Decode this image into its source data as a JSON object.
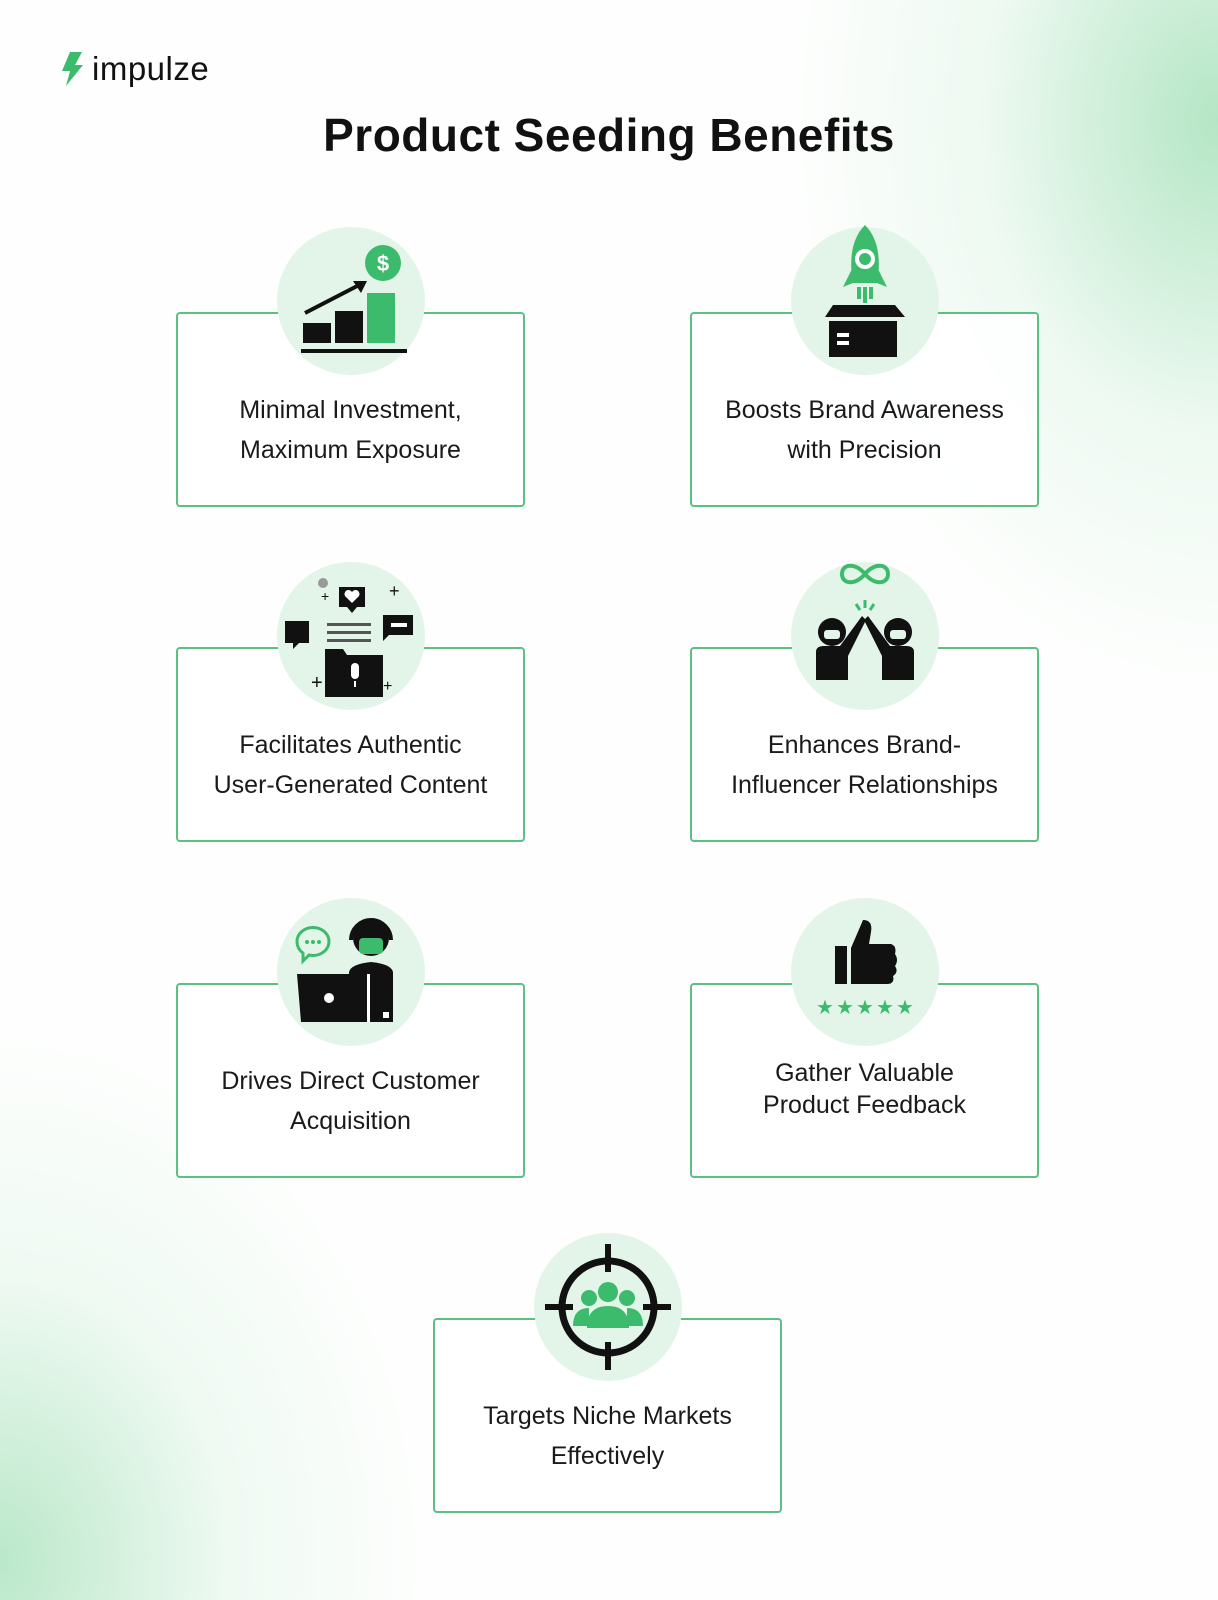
{
  "brand": {
    "name": "impulze",
    "accent": "#3dbb6c"
  },
  "title": "Product Seeding Benefits",
  "cards": [
    {
      "icon": "growth-chart-dollar-icon",
      "line1": "Minimal Investment,",
      "line2": "Maximum Exposure"
    },
    {
      "icon": "rocket-box-icon",
      "line1": "Boosts Brand Awareness",
      "line2": "with Precision"
    },
    {
      "icon": "user-content-folder-icon",
      "line1": "Facilitates Authentic",
      "line2": "User-Generated Content"
    },
    {
      "icon": "high-five-infinity-icon",
      "line1": "Enhances Brand-",
      "line2": "Influencer Relationships"
    },
    {
      "icon": "support-agent-laptop-icon",
      "line1": "Drives Direct Customer",
      "line2": "Acquisition"
    },
    {
      "icon": "thumbs-up-stars-icon",
      "line1": "Gather Valuable",
      "line2": "Product Feedback"
    },
    {
      "icon": "target-crosshair-group-icon",
      "line1": "Targets Niche Markets",
      "line2": "Effectively"
    }
  ]
}
